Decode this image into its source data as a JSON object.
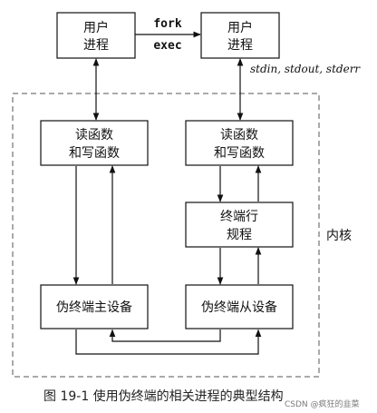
{
  "boxes": {
    "user_process_left": [
      "用户",
      "进程"
    ],
    "user_process_right": [
      "用户",
      "进程"
    ],
    "rw_left": [
      "读函数",
      "和写函数"
    ],
    "rw_right": [
      "读函数",
      "和写函数"
    ],
    "line_discipline": [
      "终端行",
      "规程"
    ],
    "pty_master": "伪终端主设备",
    "pty_slave": "伪终端从设备"
  },
  "labels": {
    "fork": "fork",
    "exec": "exec",
    "stdio": "stdin, stdout, stderr",
    "kernel": "内核"
  },
  "caption": "图 19-1   使用伪终端的相关进程的典型结构",
  "watermark": "CSDN @疯狂的韭菜"
}
